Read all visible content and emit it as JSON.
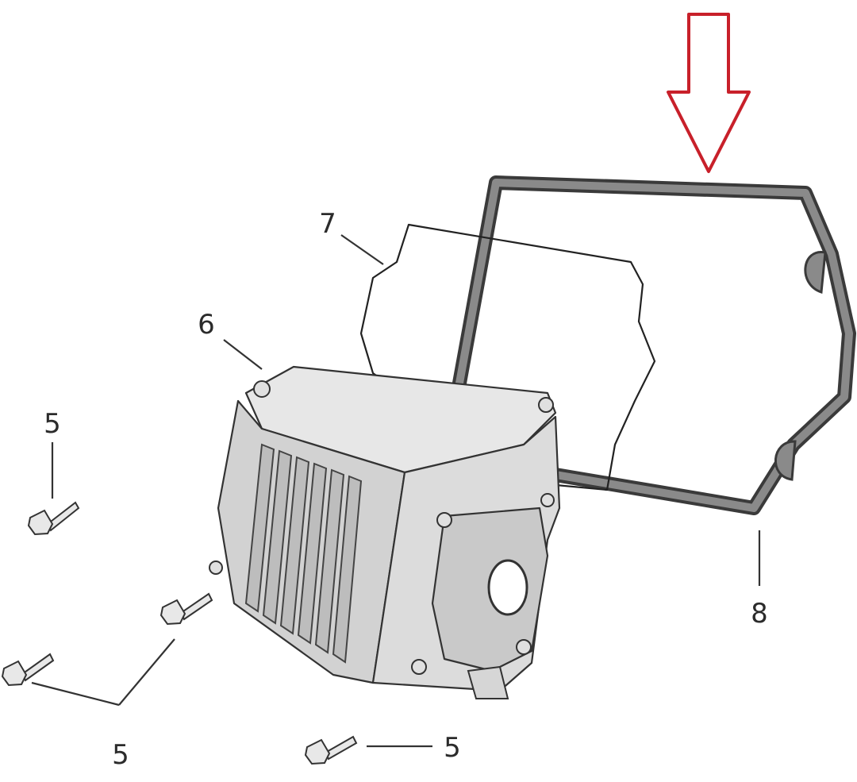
{
  "callouts": {
    "c5a": "5",
    "c5b": "5",
    "c5c": "5",
    "c6": "6",
    "c7": "7",
    "c8": "8"
  },
  "colors": {
    "arrow": "#c8202a",
    "line": "#3a3a3a",
    "gasket": "#6e6e6e",
    "body": "#dcdcdc",
    "shade": "#b0b0b0",
    "background": "#ffffff"
  },
  "icons": {
    "arrow": "down-arrow-icon",
    "bolt": "bolt-icon"
  }
}
